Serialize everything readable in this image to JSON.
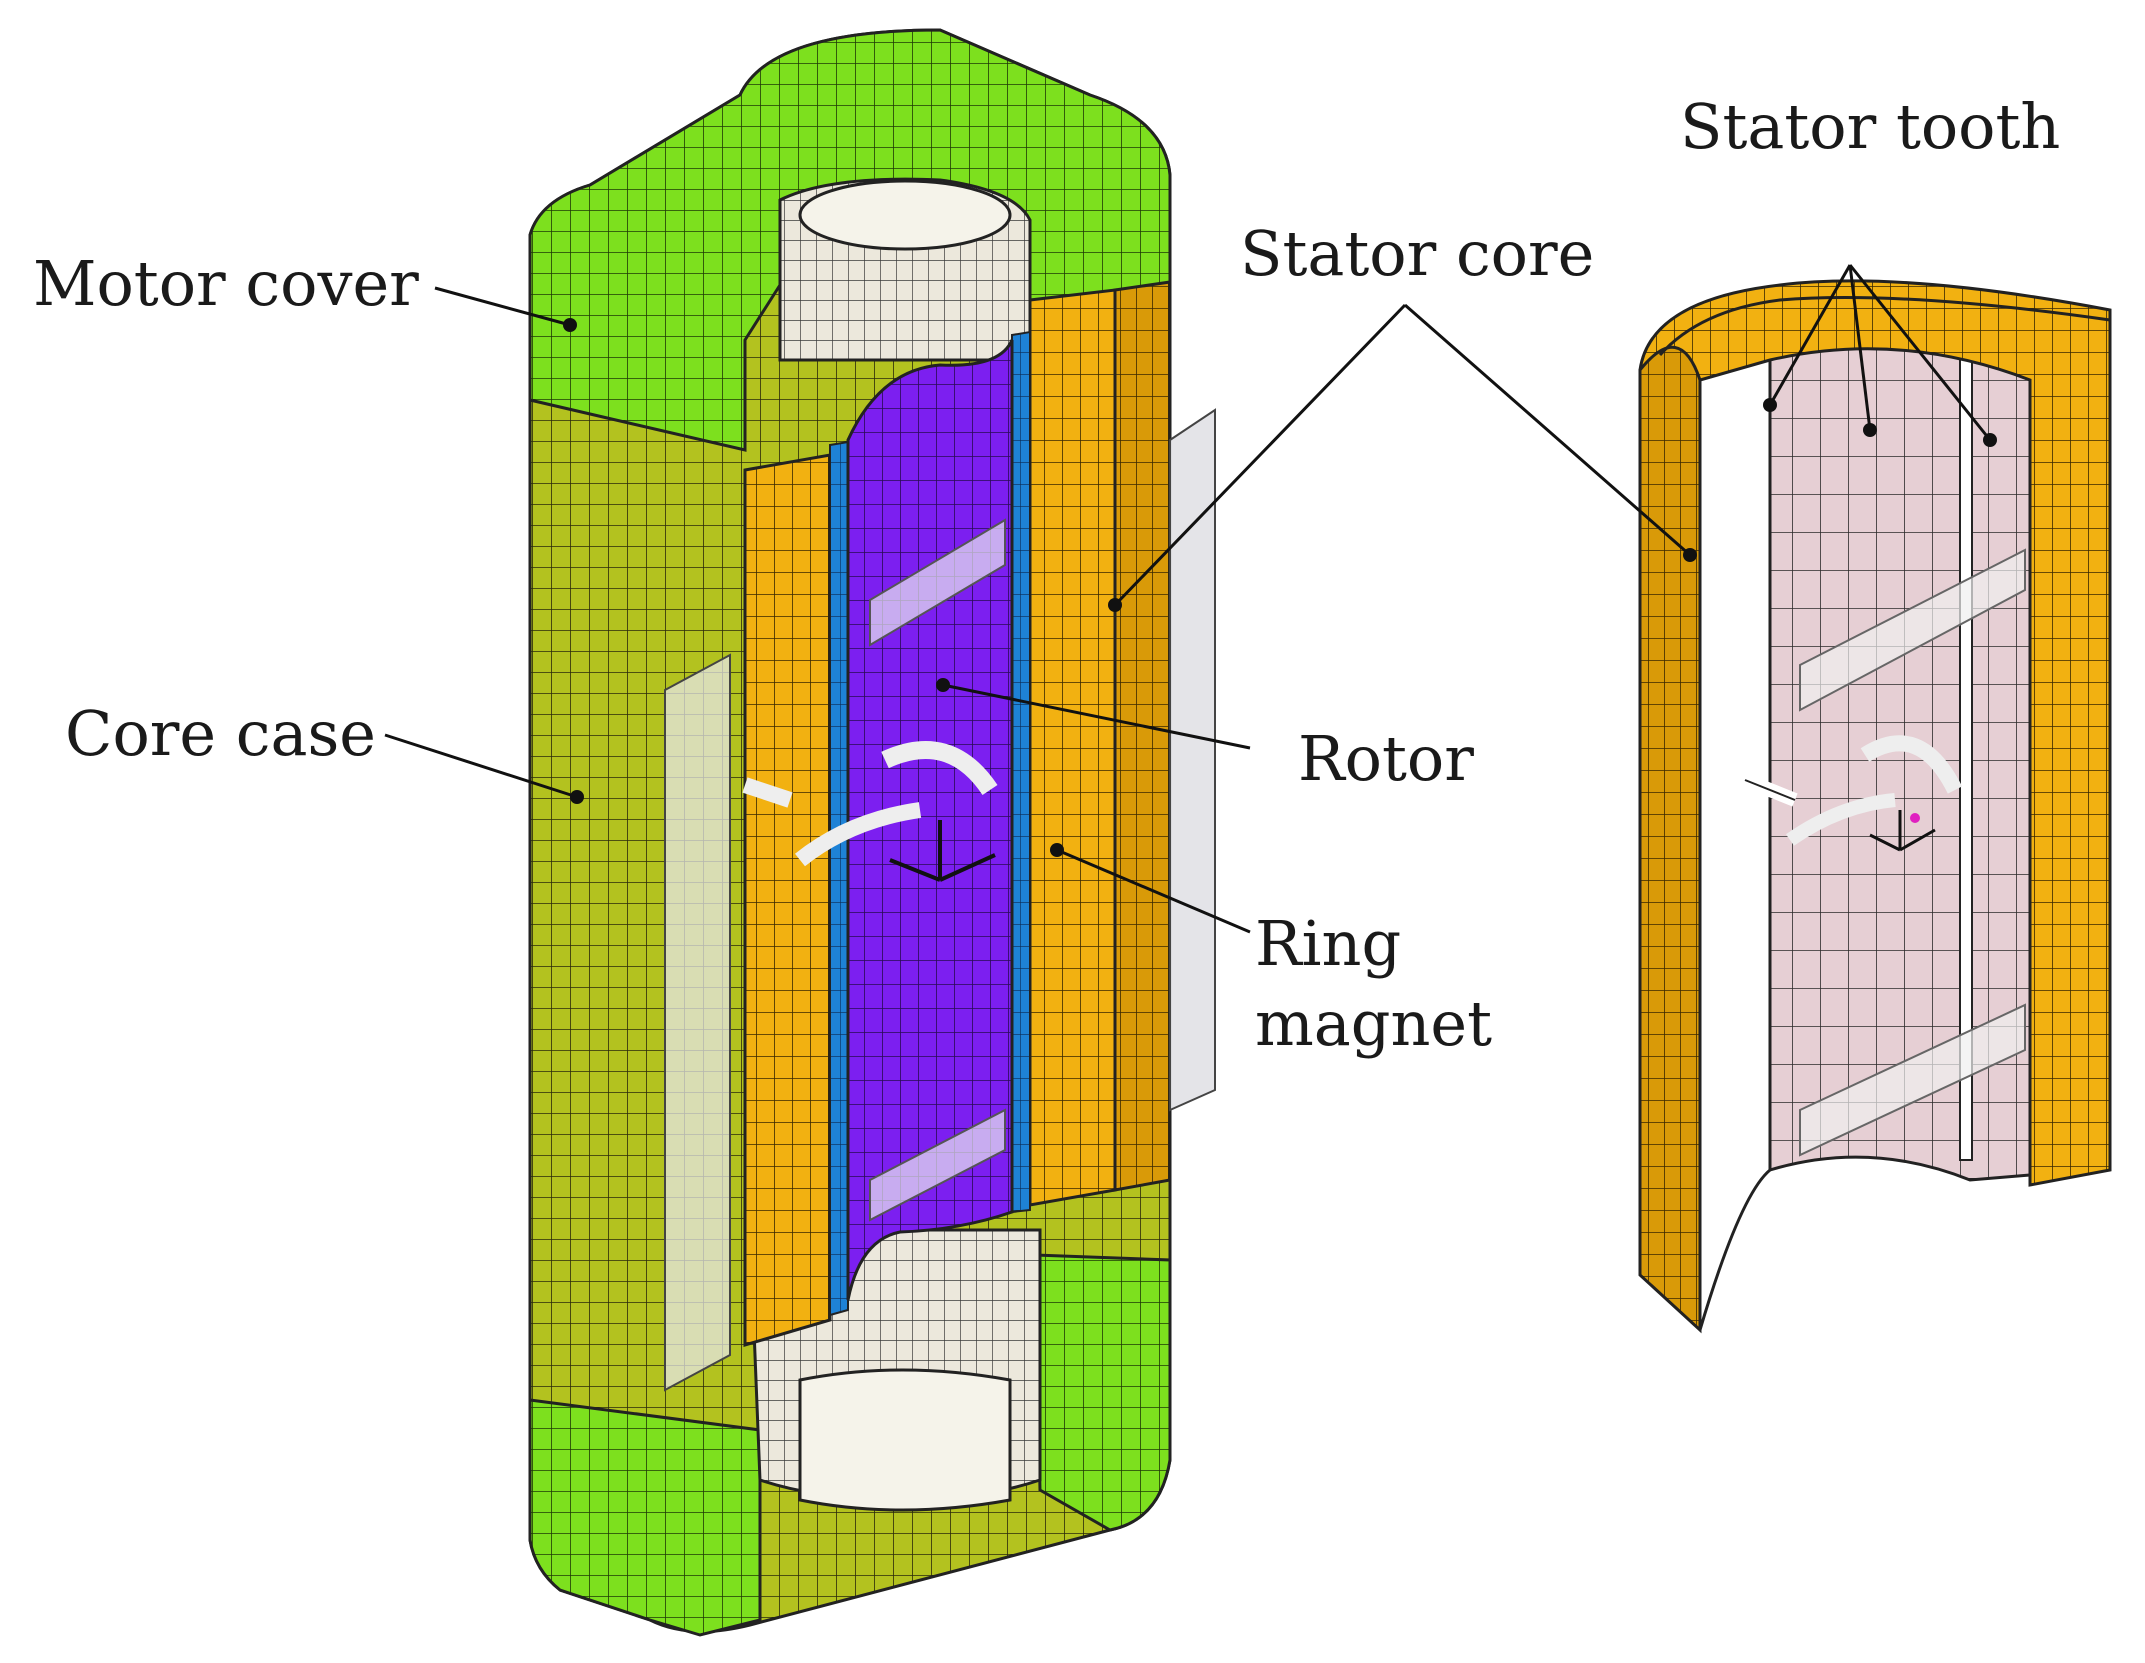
{
  "labels": {
    "motor_cover": "Motor cover",
    "core_case": "Core case",
    "stator_core": "Stator core",
    "stator_tooth": "Stator tooth",
    "rotor": "Rotor",
    "ring_magnet_line1": "Ring",
    "ring_magnet_line2": "magnet"
  },
  "colors": {
    "cover_green": "#7de01e",
    "cover_green_dark": "#5cb80f",
    "core_case_olive": "#b3c21f",
    "stator_orange": "#f2b111",
    "stator_orange_dark": "#c98b05",
    "rotor_purple": "#7c1ff0",
    "magnet_blue": "#1e82d6",
    "shaft_bone": "#ece8dc",
    "tooth_pink": "#e6cfd4",
    "mesh_line": "#1a1a1a"
  }
}
